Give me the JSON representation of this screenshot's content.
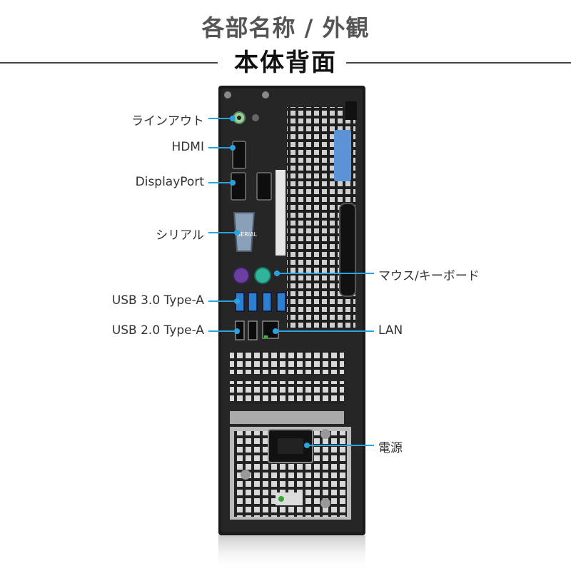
{
  "header": {
    "title": "各部名称 / 外観",
    "subtitle": "本体背面"
  },
  "device": {
    "serial_port_marking": "SERIAL"
  },
  "callouts": {
    "line_out": "ラインアウト",
    "hdmi": "HDMI",
    "displayport": "DisplayPort",
    "serial": "シリアル",
    "mouse_keyboard": "マウス/キーボード",
    "usb3": "USB 3.0 Type-A",
    "usb2": "USB 2.0 Type-A",
    "lan": "LAN",
    "power": "電源"
  },
  "colors": {
    "accent": "#29a3e0",
    "chassis": "#1b1b1b",
    "usb3_blue": "#2f7fd0",
    "ps2_mouse": "#2fb39a",
    "ps2_keyboard": "#6a3fa0",
    "latch_blue": "#5b93d6"
  }
}
